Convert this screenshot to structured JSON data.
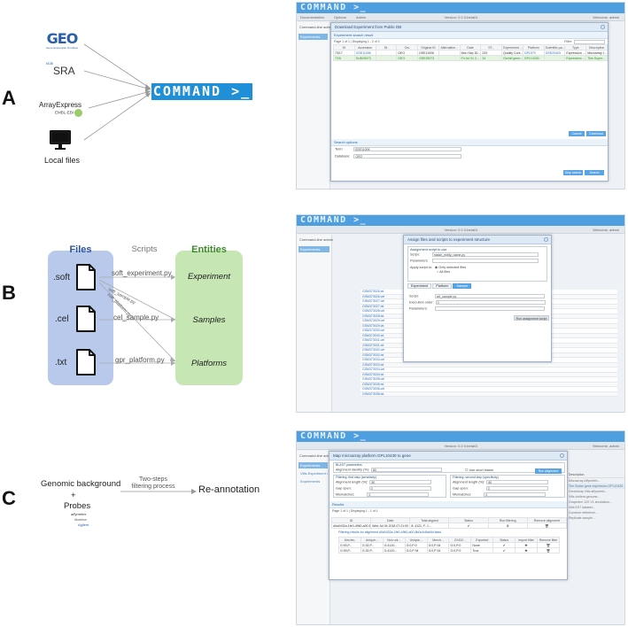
{
  "panels": {
    "a": {
      "letter": "A"
    },
    "b": {
      "letter": "B"
    },
    "c": {
      "letter": "C"
    }
  },
  "section_a": {
    "sources": [
      {
        "name": "GEO",
        "sub": "Gene Expression Omnibus"
      },
      {
        "name": "SRA",
        "sub": "NCBI"
      },
      {
        "name": "ArrayExpress",
        "sub": "EMBL-EBI"
      },
      {
        "name": "Local files",
        "sub": ""
      }
    ],
    "logo": "COMMAND >_",
    "app": {
      "header": "COMMAND >_",
      "toolbar": [
        "Documentation",
        "Options",
        "Admin"
      ],
      "version": "Version: 0.2.0-beta01",
      "user": "Welcome, admin",
      "side_title": "Command-line admin",
      "side_items": [
        "Experiments"
      ],
      "dialog_title": "Download Experiment from Public DB",
      "section": "Experiment search result",
      "pager": "Page 1 of 1 | Displaying 1 - 2 of 2",
      "filter_label": "Filter:",
      "columns": [
        "ID",
        "Accession",
        "St.",
        "Ow.",
        "Original ID",
        "Alternative...",
        "Date",
        "ST...",
        "Experiment ...",
        "Platform",
        "Scientific pa...",
        "Type",
        "Description"
      ],
      "rows": [
        [
          "73/17",
          "GSE11006",
          "",
          "GEO",
          "GSE11006",
          "",
          "Mon Sep 30...",
          "233",
          "Quality Cont...",
          "GPL570",
          "GSE20403",
          "Expression ...",
          "Microarray f..."
        ],
        [
          "7/26",
          "SUB25073",
          "",
          "GEO",
          "GSE25073",
          "",
          "Fri Jul 01 2...",
          "24",
          "Orchid gene...",
          "GPL10430",
          "",
          "Expression ...",
          "This Super..."
        ]
      ],
      "btn_cancel": "Cancel",
      "btn_download": "Download",
      "search_section": "Search options",
      "term_label": "Term:",
      "term_value": "GSE11006",
      "database_label": "Database:",
      "database_value": "GEO",
      "btn_stop": "Stop search",
      "btn_search": "Search"
    }
  },
  "section_b": {
    "columns": {
      "files": "Files",
      "scripts": "Scripts",
      "entities": "Entities"
    },
    "file_types": [
      ".soft",
      ".cel",
      ".txt"
    ],
    "scripts": [
      "soft_experiment.py",
      "soft_sample.py",
      "cel_sample.py",
      "soft_platform.py",
      "gpr_platform.py"
    ],
    "entities": [
      "Experiment",
      "Samples",
      "Platforms"
    ],
    "app": {
      "header": "COMMAND >_",
      "version": "Version: 0.2.0-beta01",
      "user": "Welcome, admin",
      "dialog_title": "Assign files and scripts to experiment structure",
      "assignment": "Assignment script to use",
      "script_label": "Script:",
      "script_value": "match_entity_name.py",
      "parameters_label": "Parameters:",
      "apply_label": "Apply script to:",
      "apply_opt1": "Only selected files",
      "apply_opt2": "All files",
      "tabs": [
        "Experiment",
        "Platform",
        "Sample"
      ],
      "sample_script": "cel_sample.py",
      "exec_order_label": "Execution order:",
      "exec_order_value": "0",
      "btn_run": "Run assignment script",
      "file_rows": [
        "GSM373026.txt",
        "GSM373026.cel",
        "GSM373027.cel",
        "GSM373027.txt",
        "GSM373028.cel",
        "GSM373028.txt",
        "GSM373029.cel",
        "GSM373029.txt",
        "GSM373030.cel",
        "GSM373030.txt",
        "GSM373031.cel",
        "GSM373031.txt",
        "GSM373032.cel",
        "GSM373032.txt",
        "GSM373033.cel",
        "GSM373033.txt",
        "GSM373034.cel",
        "GSM373034.txt",
        "GSM373035.cel",
        "GSM373035.txt",
        "GSM373036.cel",
        "GSM373036.txt"
      ]
    }
  },
  "section_c": {
    "line1": "Genomic background",
    "plus": "+",
    "line2": "Probes",
    "vendors": [
      "affymetrix",
      "illumina",
      "Agilent"
    ],
    "arrow_label": "Two-steps filtering process",
    "result": "Re-annotation",
    "app": {
      "header": "COMMAND >_",
      "version": "Version: 0.2.0-beta01",
      "user": "Welcome, admin",
      "dialog_title": "Map microarray platform GPL10430 to gene",
      "blast_params": "BLAST parameters",
      "alignment_identity": "Alignment identity (%):",
      "alignment_identity_value": "80",
      "short_blast": "Use short blastn",
      "btn_run": "Run alignment",
      "first_step": "Filtering: first step (sensitivity)",
      "second_step": "Filtering: second step (specificity)",
      "alignment_length": "Alignment length (%):",
      "gap_open": "Gap open:",
      "mismatches": "Mismatches:",
      "first_values": [
        "80",
        "0",
        "0"
      ],
      "second_values": [
        "80",
        "0",
        "0"
      ],
      "results": "Results",
      "pager": "Page 1 of 1 | Displaying 1 - 1 of 1",
      "result_cols": [
        "ID",
        "Date",
        "Total aligned",
        "Status",
        "Run filtering",
        "Remove alignment"
      ],
      "result_row": [
        "d0a0432a-1fe0-4960-a00-8b0c...",
        "Wed Jul 04 2018 07:21:00 GMT...",
        "8: 4121, F: 1...",
        "",
        "",
        ""
      ],
      "sub_title": "Filtering results for alignment d0a0432a-1fe0-4960-a00-8b0c4c8ab0d blast",
      "sub_cols": [
        "Alm.len.",
        "Unique...",
        "Non uni...",
        "Unique...",
        "Mmch...",
        "Gf.ID2...",
        "Exported",
        "Status",
        "Import filter",
        "Remove filter"
      ],
      "sub_rows": [
        [
          "G:93,P...",
          "G:32,P...",
          "G:4120...",
          "G:0,P:0",
          "G:0,P:34",
          "G:0,P:0",
          "None",
          "",
          "",
          ""
        ],
        [
          "G:93,P...",
          "G:32,P...",
          "G:4120...",
          "G:0,P:34",
          "G:0,P:34",
          "G:0,P:0",
          "True",
          "",
          "",
          ""
        ]
      ],
      "side_title": "Command-line admin",
      "side_items": [
        "Experiments",
        "Vitis Experiment GSE25073",
        "Experiments"
      ],
      "right_list_title": "Description",
      "right_list": [
        "Microarray Affymetrix...",
        "The Scalar gene expression GPL10430",
        "GeneArray Vitis affymetrix...",
        "Vitis vinifera genome...",
        "Grapevine 12X V1 annotation...",
        "Vitis EST dataset...",
        "Common reference...",
        "Replicate sample..."
      ]
    }
  },
  "colors": {
    "command_blue": "#1f8fd8",
    "files_blue": "#b8c9ec",
    "entities_green": "#c6e6b4"
  }
}
